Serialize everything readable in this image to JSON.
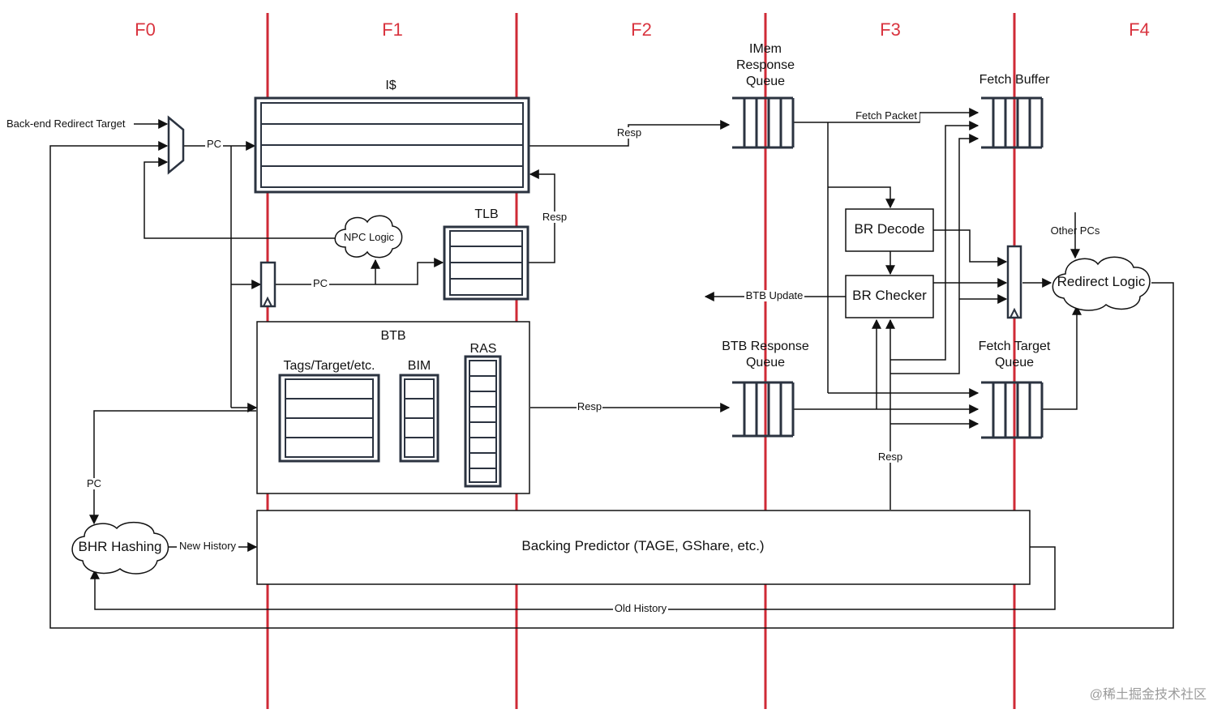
{
  "stages": [
    "F0",
    "F1",
    "F2",
    "F3",
    "F4"
  ],
  "blocks": {
    "icache": "I$",
    "tlb": "TLB",
    "btb": "BTB",
    "btb_tags": "Tags/Target/etc.",
    "bim": "BIM",
    "ras": "RAS",
    "imem_queue": [
      "IMem",
      "Response",
      "Queue"
    ],
    "fetch_buffer": "Fetch Buffer",
    "br_decode": "BR Decode",
    "br_checker": "BR Checker",
    "btb_queue": [
      "BTB Response",
      "Queue"
    ],
    "ftq": [
      "Fetch Target",
      "Queue"
    ],
    "backing_predictor": "Backing Predictor (TAGE, GShare, etc.)",
    "npc_logic": "NPC Logic",
    "redirect_logic": "Redirect Logic",
    "bhr_hashing": "BHR Hashing"
  },
  "signals": {
    "backend_redirect": "Back-end Redirect Target",
    "pc": "PC",
    "resp": "Resp",
    "fetch_packet": "Fetch Packet",
    "btb_update": "BTB Update",
    "other_pcs": "Other PCs",
    "new_history": "New History",
    "old_history": "Old History"
  },
  "watermark": "@稀土掘金技术社区"
}
